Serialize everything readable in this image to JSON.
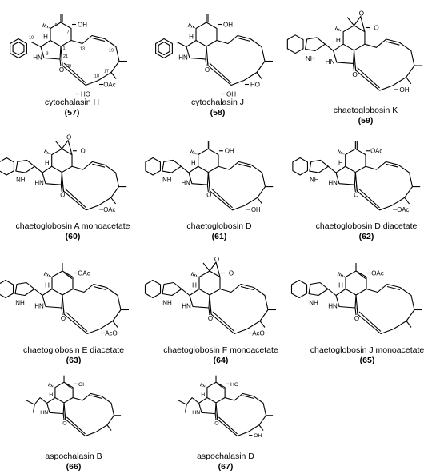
{
  "compounds": [
    {
      "name": "cytochalasin H",
      "number": "(57)",
      "scaffold": "cyto",
      "core": "ene",
      "substituent": "benzyl",
      "extras": [
        "OH",
        "OAc",
        "HO"
      ],
      "locants": [
        "10",
        "3",
        "21",
        "1",
        "6",
        "7",
        "13",
        "19",
        "17",
        "20",
        "18"
      ]
    },
    {
      "name": "cytochalasin J",
      "number": "(58)",
      "scaffold": "cyto",
      "core": "ene",
      "substituent": "benzyl",
      "extras": [
        "OH",
        "HO",
        "OH"
      ],
      "locants": []
    },
    {
      "name": "chaetoglobosin K",
      "number": "(59)",
      "scaffold": "chaeto",
      "core": "epoxide",
      "substituent": "indolyl",
      "extras": [
        "O",
        "OH"
      ],
      "locants": []
    },
    {
      "name": "chaetoglobosin A monoacetate",
      "number": "(60)",
      "scaffold": "chaeto",
      "core": "epoxide",
      "substituent": "indolyl",
      "extras": [
        "O",
        "OAc"
      ],
      "locants": []
    },
    {
      "name": "chaetoglobosin D",
      "number": "(61)",
      "scaffold": "chaeto",
      "core": "ene",
      "substituent": "indolyl",
      "extras": [
        "OH",
        "OH"
      ],
      "locants": []
    },
    {
      "name": "chaetoglobosin D diacetate",
      "number": "(62)",
      "scaffold": "chaeto",
      "core": "ene",
      "substituent": "indolyl",
      "extras": [
        "OAc",
        "OAc"
      ],
      "locants": []
    },
    {
      "name": "chaetoglobosin E diacetate",
      "number": "(63)",
      "scaffold": "chaeto",
      "core": "ring-ene",
      "substituent": "indolyl",
      "extras": [
        "OAc",
        "AcO"
      ],
      "locants": []
    },
    {
      "name": "chaetoglobosin F monoacetate",
      "number": "(64)",
      "scaffold": "chaeto",
      "core": "epoxide",
      "substituent": "indolyl",
      "extras": [
        "O",
        "AcO"
      ],
      "locants": []
    },
    {
      "name": "chaetoglobosin J monoacetate",
      "number": "(65)",
      "scaffold": "chaeto",
      "core": "ring-ene",
      "substituent": "indolyl",
      "extras": [
        "OAc"
      ],
      "locants": []
    },
    {
      "name": "aspochalasin B",
      "number": "(66)",
      "scaffold": "aspo",
      "core": "ring-ene",
      "substituent": "isobutyl",
      "extras": [
        "OH"
      ],
      "locants": []
    },
    {
      "name": "aspochalasin D",
      "number": "(67)",
      "scaffold": "aspo",
      "core": "ring-ene",
      "substituent": "isobutyl",
      "extras": [
        "HO",
        "OH"
      ],
      "locants": []
    }
  ],
  "atoms": {
    "H": "H",
    "NH": "NH",
    "HN": "HN",
    "O": "O"
  }
}
